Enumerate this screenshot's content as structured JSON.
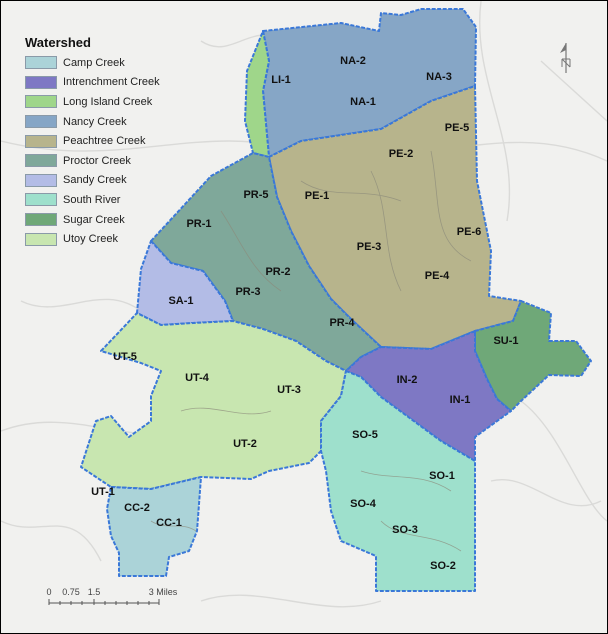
{
  "legend": {
    "title": "Watershed",
    "items": [
      {
        "label": "Camp Creek",
        "color": "#abd3d8"
      },
      {
        "label": "Intrenchment Creek",
        "color": "#7e78c4"
      },
      {
        "label": "Long Island Creek",
        "color": "#9fd68a"
      },
      {
        "label": "Nancy Creek",
        "color": "#86a6c6"
      },
      {
        "label": "Peachtree Creek",
        "color": "#b7b48c"
      },
      {
        "label": "Proctor Creek",
        "color": "#7fa89a"
      },
      {
        "label": "Sandy Creek",
        "color": "#b3bce6"
      },
      {
        "label": "South River",
        "color": "#9ee0cc"
      },
      {
        "label": "Sugar Creek",
        "color": "#6fa878"
      },
      {
        "label": "Utoy Creek",
        "color": "#c8e6b0"
      }
    ]
  },
  "regions": {
    "LI-1": "LI-1",
    "NA-1": "NA-1",
    "NA-2": "NA-2",
    "NA-3": "NA-3",
    "PE-1": "PE-1",
    "PE-2": "PE-2",
    "PE-3": "PE-3",
    "PE-4": "PE-4",
    "PE-5": "PE-5",
    "PE-6": "PE-6",
    "PR-1": "PR-1",
    "PR-2": "PR-2",
    "PR-3": "PR-3",
    "PR-4": "PR-4",
    "PR-5": "PR-5",
    "SA-1": "SA-1",
    "SU-1": "SU-1",
    "IN-1": "IN-1",
    "IN-2": "IN-2",
    "UT-1": "UT-1",
    "UT-2": "UT-2",
    "UT-3": "UT-3",
    "UT-4": "UT-4",
    "UT-5": "UT-5",
    "SO-1": "SO-1",
    "SO-2": "SO-2",
    "SO-3": "SO-3",
    "SO-4": "SO-4",
    "SO-5": "SO-5",
    "CC-1": "CC-1",
    "CC-2": "CC-2"
  },
  "scale": {
    "ticks": [
      "0",
      "0.75",
      "1.5",
      "3 Miles"
    ]
  },
  "colors": {
    "boundary": "#3a78d8",
    "background": "#f1f1ef",
    "roads": "#d8d8d6"
  }
}
